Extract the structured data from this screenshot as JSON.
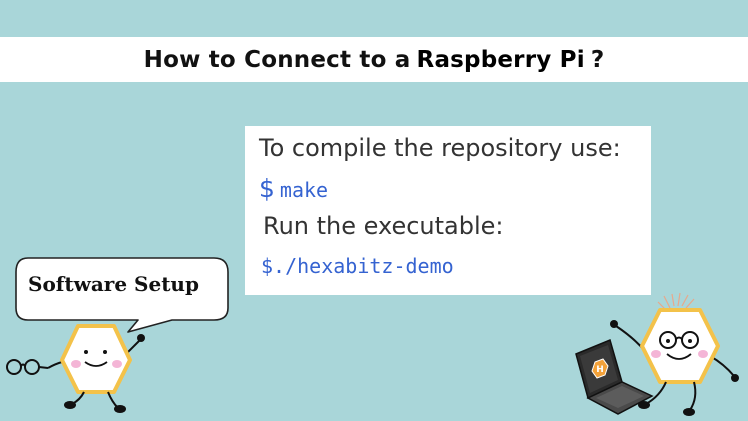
{
  "header": {
    "title_prefix": "How to Connect to a",
    "title_emphasis": "Raspberry Pi",
    "title_suffix": "?"
  },
  "instructions": {
    "compile_label": "To compile the repository use:",
    "prompt_symbol": "$",
    "compile_command": "make",
    "run_label": "Run the executable:",
    "run_command": "$./hexabitz-demo"
  },
  "speech_bubble": {
    "label": "Software Setup"
  },
  "laptop_screen": {
    "logo_glyph": "H"
  },
  "colors": {
    "background": "#A9D6D9",
    "command_blue": "#3563D1",
    "mascot_yellow": "#F3C24A",
    "cheek_pink": "#F4B5D6"
  },
  "icons": {
    "left_mascot": "hexagon-mascot-icon",
    "right_mascot": "hexagon-mascot-icon",
    "glasses": "glasses-icon",
    "laptop": "laptop-icon"
  }
}
